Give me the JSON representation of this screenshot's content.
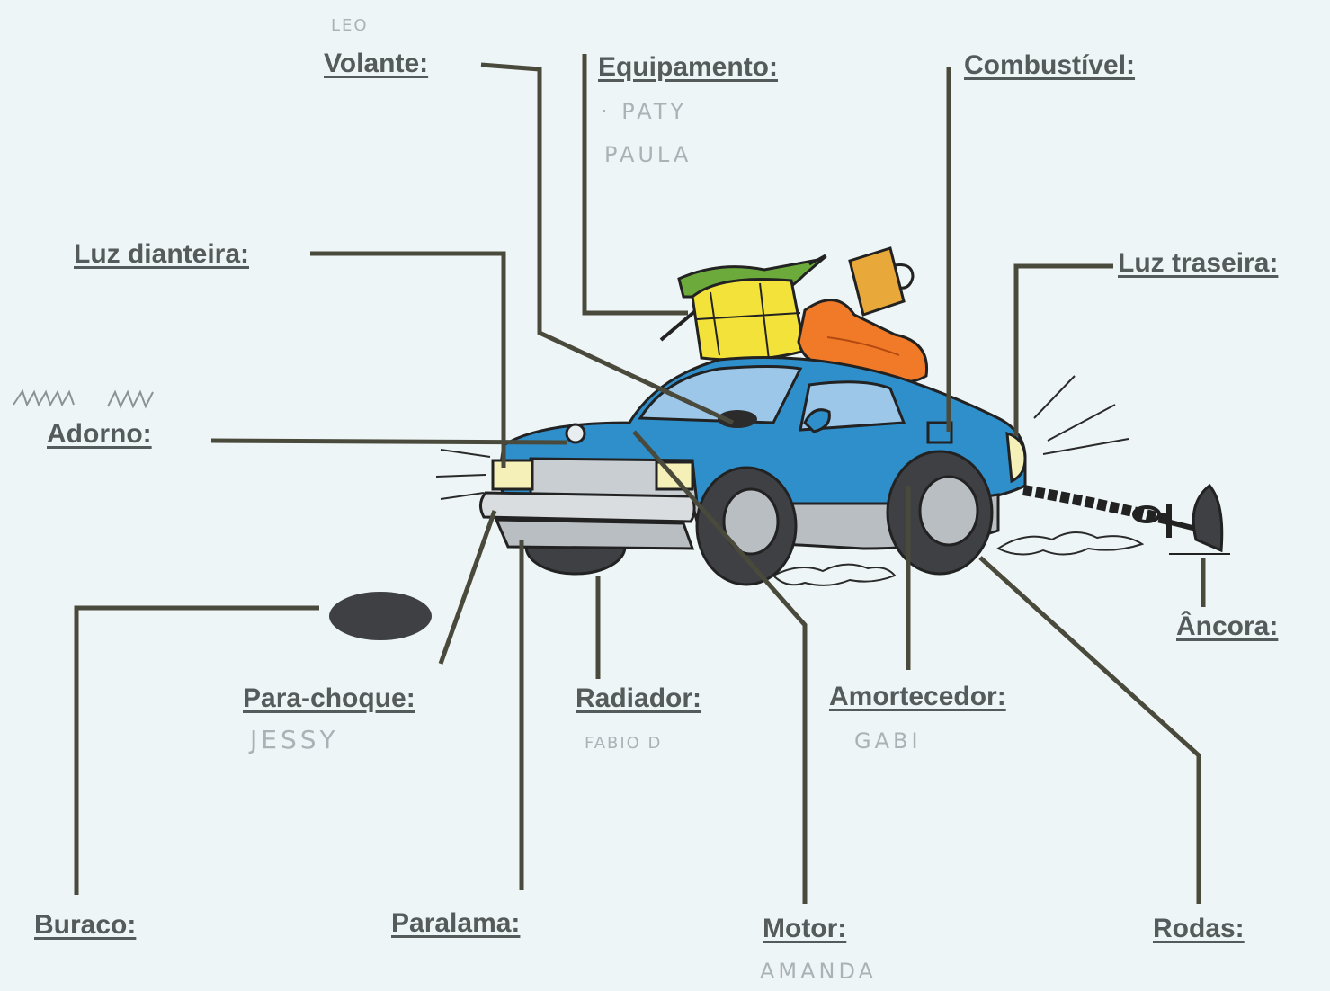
{
  "labels": {
    "volante": "Volante:",
    "equipamento": "Equipamento:",
    "combustivel": "Combustível:",
    "luz_dianteira": "Luz dianteira:",
    "luz_traseira": "Luz traseira:",
    "adorno": "Adorno:",
    "para_choque": "Para-choque:",
    "radiador": "Radiador:",
    "amortecedor": "Amortecedor:",
    "ancora": "Âncora:",
    "buraco": "Buraco:",
    "paralama": "Paralama:",
    "motor": "Motor:",
    "rodas": "Rodas:"
  },
  "handwritten": {
    "volante": "LEO",
    "equipamento": [
      "· PATY",
      "PAULA"
    ],
    "para_choque": "JESSY",
    "radiador": "FABIO D",
    "amortecedor": "GABI",
    "motor": "AMANDA"
  },
  "colors": {
    "car_body": "#2f8fcb",
    "car_window": "#9cc7e8",
    "bumper": "#c8ced2",
    "tire": "#3e4044",
    "wheel": "#b9bec2",
    "suitcase": "#f2e23a",
    "pillow": "#f07a28",
    "umbrella": "#6cab3b",
    "mug": "#e8a93a",
    "leader_line": "#4a4a3c",
    "label_text": "#555a5a"
  }
}
